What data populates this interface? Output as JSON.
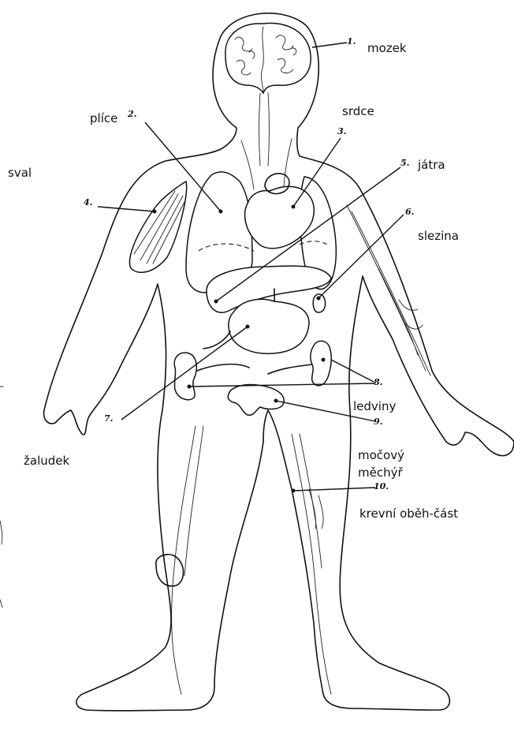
{
  "labels": {
    "mozek": "mozek",
    "plice": "plíce",
    "srdce": "srdce",
    "sval": "sval",
    "jatra": "játra",
    "slezina": "slezina",
    "ledviny": "ledviny",
    "zaludek": "žaludek",
    "mocovy": "močový",
    "mechyr": "měchýř",
    "krevni": "krevní oběh-část"
  },
  "numbers": {
    "n1": "1.",
    "n2": "2.",
    "n3": "3.",
    "n4": "4.",
    "n5": "5.",
    "n6": "6.",
    "n7": "7.",
    "n8": "8.",
    "n9": "9.",
    "n10": "10."
  }
}
